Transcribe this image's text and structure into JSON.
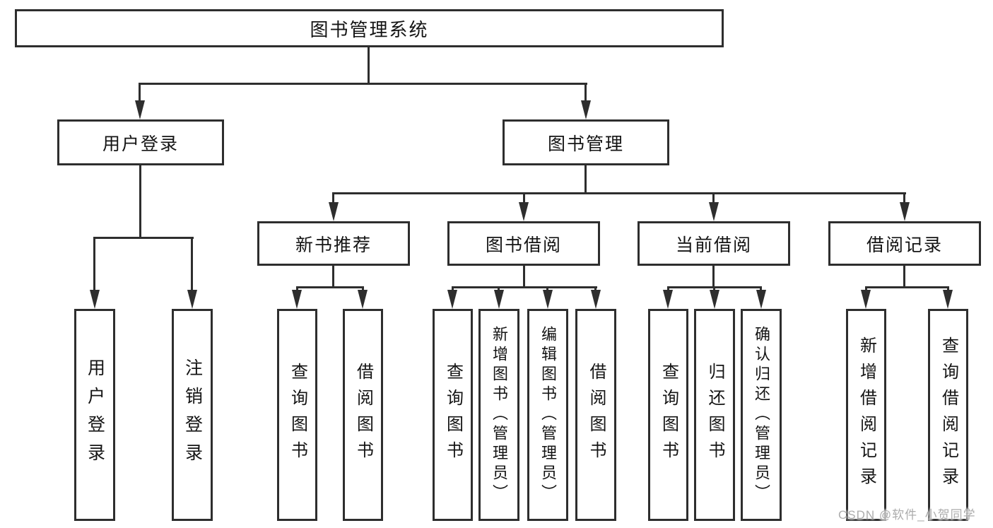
{
  "diagram": {
    "root": {
      "label": "图书管理系统"
    },
    "branches": [
      {
        "label": "用户登录",
        "children": [
          {
            "label": "用户登录"
          },
          {
            "label": "注销登录"
          }
        ]
      },
      {
        "label": "图书管理",
        "children": [
          {
            "label": "新书推荐",
            "children": [
              {
                "label": "查询图书"
              },
              {
                "label": "借阅图书"
              }
            ]
          },
          {
            "label": "图书借阅",
            "children": [
              {
                "label": "查询图书"
              },
              {
                "label": "新增图书（管理员）"
              },
              {
                "label": "编辑图书（管理员）"
              },
              {
                "label": "借阅图书"
              }
            ]
          },
          {
            "label": "当前借阅",
            "children": [
              {
                "label": "查询图书"
              },
              {
                "label": "归还图书"
              },
              {
                "label": "确认归还（管理员）"
              }
            ]
          },
          {
            "label": "借阅记录",
            "children": [
              {
                "label": "新增借阅记录"
              },
              {
                "label": "查询借阅记录"
              }
            ]
          }
        ]
      }
    ]
  },
  "watermark": {
    "text": "CSDN @软件_小贺同学"
  },
  "colors": {
    "line": "#2e2e2e",
    "box_background": "#ffffff",
    "text": "#141414",
    "watermark": "#a8a8a8",
    "background": "#ffffff"
  }
}
